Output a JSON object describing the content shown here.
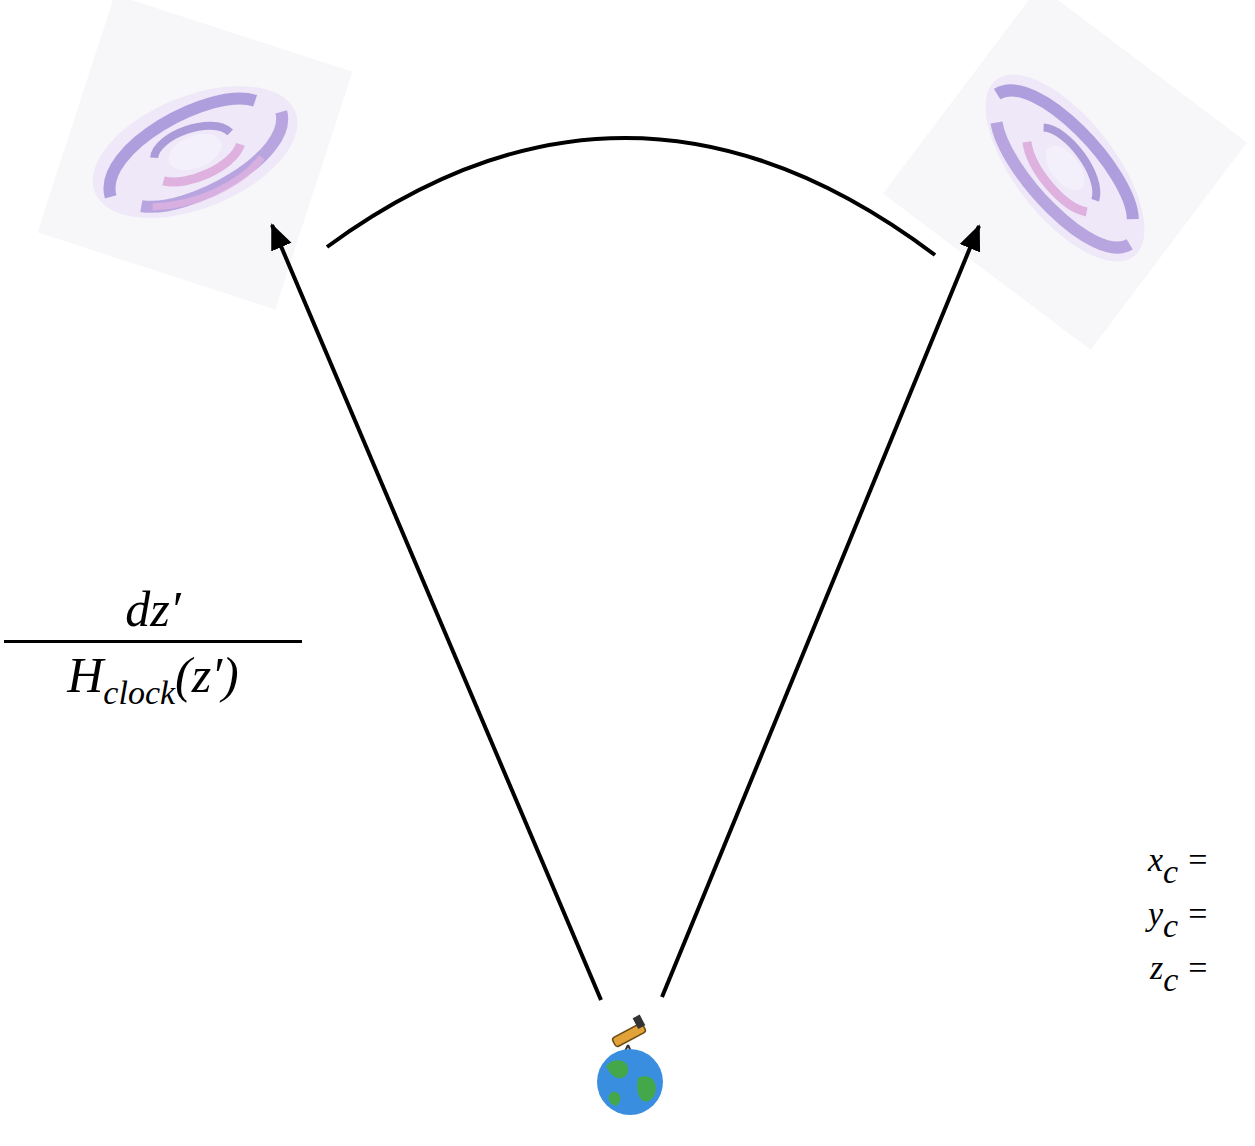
{
  "diagram": {
    "labels": [
      "dz′",
      "H",
      "clock",
      "(z′)",
      "x",
      "c",
      "=",
      "y",
      "c",
      "=",
      "z",
      "c",
      "="
    ]
  }
}
